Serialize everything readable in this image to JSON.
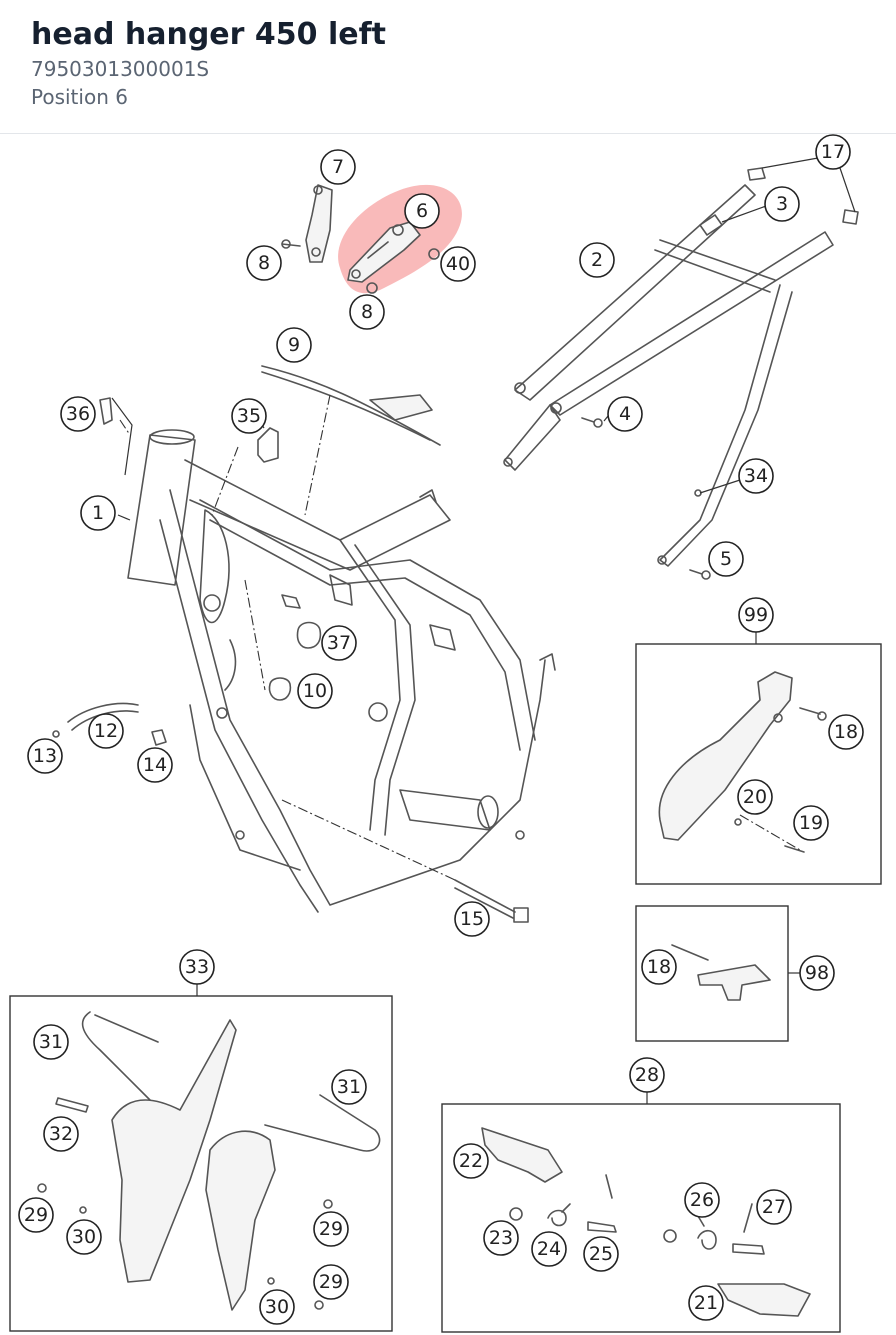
{
  "header": {
    "title": "head hanger 450 left",
    "part_number": "7950301300001S",
    "position": "Position 6"
  },
  "colors": {
    "highlight": "#f05a5a",
    "title": "#16202f",
    "subtitle": "#5b6573"
  },
  "callouts": {
    "c1": "1",
    "c2": "2",
    "c3": "3",
    "c4": "4",
    "c5": "5",
    "c6": "6",
    "c7": "7",
    "c8a": "8",
    "c8b": "8",
    "c9": "9",
    "c10": "10",
    "c12": "12",
    "c13": "13",
    "c14": "14",
    "c15": "15",
    "c17": "17",
    "c18a": "18",
    "c18b": "18",
    "c19": "19",
    "c20": "20",
    "c21": "21",
    "c22": "22",
    "c23": "23",
    "c24": "24",
    "c25": "25",
    "c26": "26",
    "c27": "27",
    "c28": "28",
    "c29a": "29",
    "c29b": "29",
    "c29c": "29",
    "c30a": "30",
    "c30b": "30",
    "c31a": "31",
    "c31b": "31",
    "c32": "32",
    "c33": "33",
    "c34": "34",
    "c35": "35",
    "c36": "36",
    "c37": "37",
    "c40": "40",
    "c98": "98",
    "c99": "99"
  }
}
